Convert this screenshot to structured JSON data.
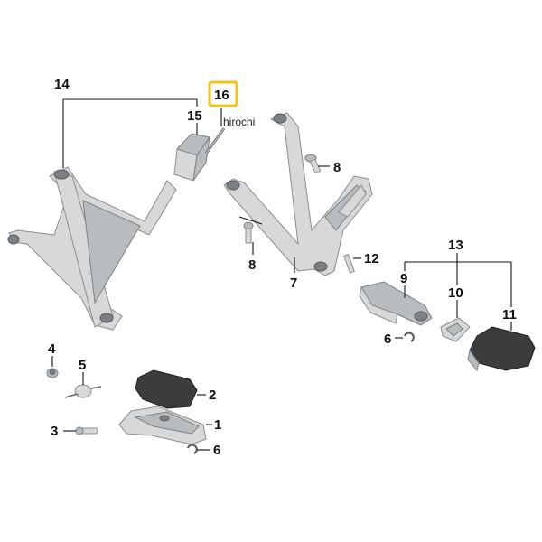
{
  "watermark": "hirochi",
  "highlight_color": "#f0c419",
  "callouts": {
    "c1": "1",
    "c2": "2",
    "c3": "3",
    "c4": "4",
    "c5": "5",
    "c6a": "6",
    "c6b": "6",
    "c7": "7",
    "c8a": "8",
    "c8b": "8",
    "c9": "9",
    "c10": "10",
    "c11": "11",
    "c12": "12",
    "c13": "13",
    "c14": "14",
    "c15": "15",
    "c16": "16"
  }
}
